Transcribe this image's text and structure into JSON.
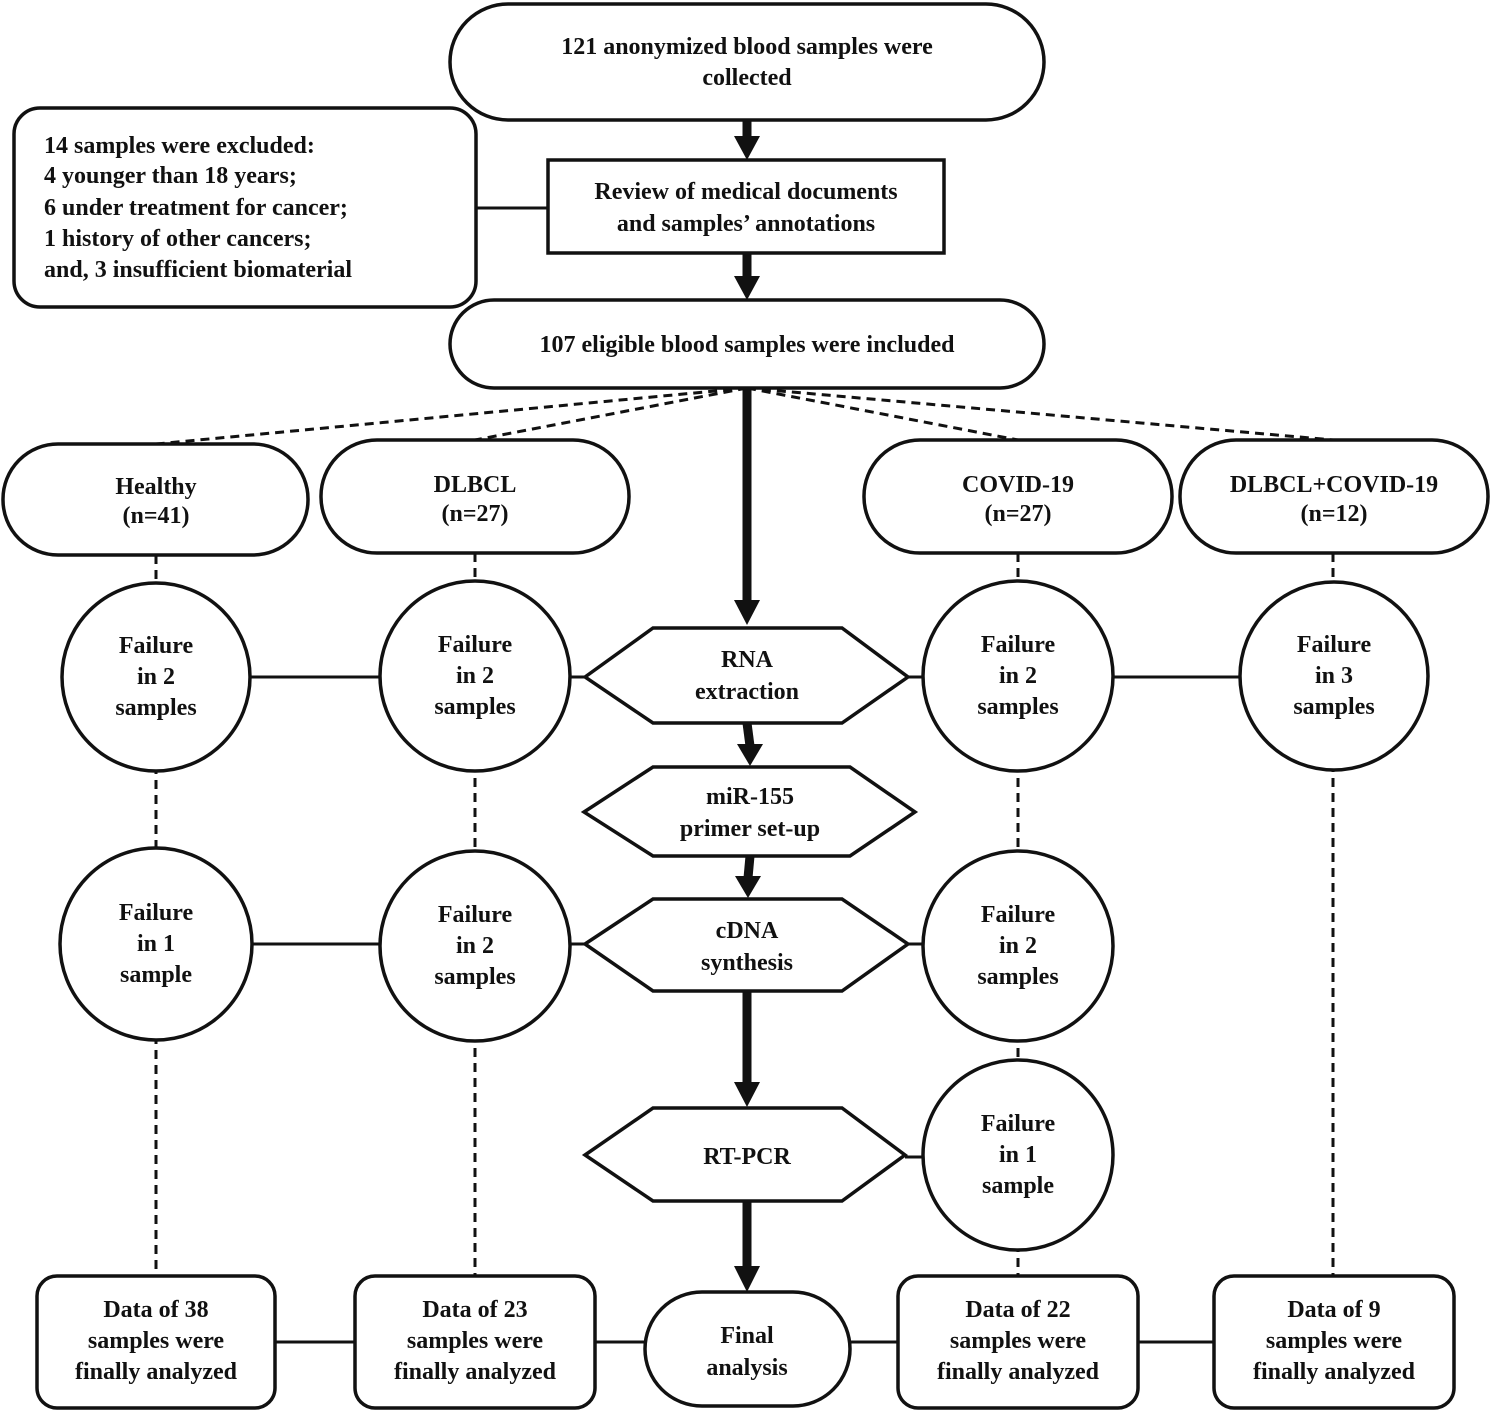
{
  "start": {
    "line1": "121 anonymized blood samples were",
    "line2": "collected"
  },
  "review": {
    "line1": "Review of medical documents",
    "line2": "and samples’ annotations"
  },
  "excluded": {
    "line1": "14 samples were excluded:",
    "line2": "4 younger than 18 years;",
    "line3": "6 under treatment for cancer;",
    "line4": "1 history of other cancers;",
    "line5": "and, 3 insufficient biomaterial"
  },
  "included": {
    "label": "107 eligible blood samples were included"
  },
  "groups": {
    "healthy": {
      "name": "Healthy",
      "n": "(n=41)"
    },
    "dlbcl": {
      "name": "DLBCL",
      "n": "(n=27)"
    },
    "covid": {
      "name": "COVID-19",
      "n": "(n=27)"
    },
    "combo": {
      "name": "DLBCL+COVID-19",
      "n": "(n=12)"
    }
  },
  "steps": {
    "rna": {
      "line1": "RNA",
      "line2": "extraction"
    },
    "primer": {
      "line1": "miR-155",
      "line2": "primer set-up"
    },
    "cdna": {
      "line1": "cDNA",
      "line2": "synthesis"
    },
    "rtpcr": {
      "label": "RT-PCR"
    }
  },
  "failures": {
    "healthy_rna": {
      "l1": "Failure",
      "l2": "in 2",
      "l3": "samples"
    },
    "dlbcl_rna": {
      "l1": "Failure",
      "l2": "in 2",
      "l3": "samples"
    },
    "covid_rna": {
      "l1": "Failure",
      "l2": "in 2",
      "l3": "samples"
    },
    "combo_rna": {
      "l1": "Failure",
      "l2": "in 3",
      "l3": "samples"
    },
    "healthy_cdna": {
      "l1": "Failure",
      "l2": "in 1",
      "l3": "sample"
    },
    "dlbcl_cdna": {
      "l1": "Failure",
      "l2": "in 2",
      "l3": "samples"
    },
    "covid_cdna": {
      "l1": "Failure",
      "l2": "in 2",
      "l3": "samples"
    },
    "covid_rtpcr": {
      "l1": "Failure",
      "l2": "in 1",
      "l3": "sample"
    }
  },
  "results": {
    "healthy": {
      "l1": "Data of 38",
      "l2": "samples were",
      "l3": "finally analyzed"
    },
    "dlbcl": {
      "l1": "Data of 23",
      "l2": "samples were",
      "l3": "finally analyzed"
    },
    "covid": {
      "l1": "Data of 22",
      "l2": "samples were",
      "l3": "finally analyzed"
    },
    "combo": {
      "l1": "Data of 9",
      "l2": "samples were",
      "l3": "finally analyzed"
    }
  },
  "final": {
    "line1": "Final",
    "line2": "analysis"
  }
}
